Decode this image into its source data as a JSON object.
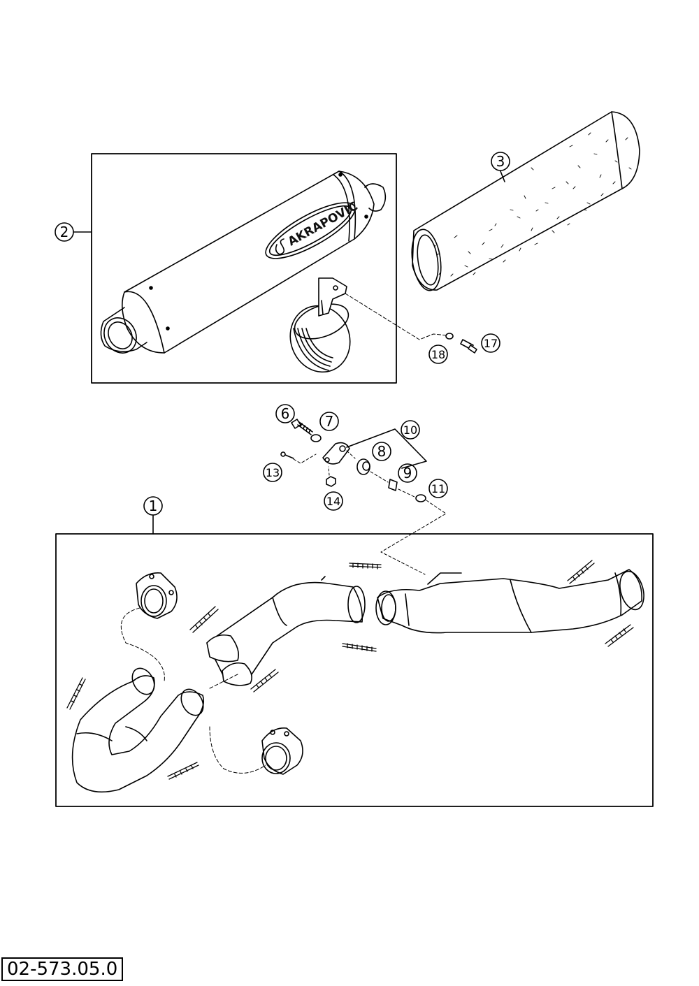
{
  "drawing": {
    "code": "02-573.05.0",
    "brand_text": "AKRAPOVIC"
  },
  "callouts": [
    {
      "id": "1",
      "label": "1"
    },
    {
      "id": "2",
      "label": "2"
    },
    {
      "id": "3",
      "label": "3"
    },
    {
      "id": "6",
      "label": "6"
    },
    {
      "id": "7",
      "label": "7"
    },
    {
      "id": "8",
      "label": "8"
    },
    {
      "id": "9",
      "label": "9"
    },
    {
      "id": "10",
      "label": "10"
    },
    {
      "id": "11",
      "label": "11"
    },
    {
      "id": "13",
      "label": "13"
    },
    {
      "id": "14",
      "label": "14"
    },
    {
      "id": "17",
      "label": "17"
    },
    {
      "id": "18",
      "label": "18"
    }
  ]
}
